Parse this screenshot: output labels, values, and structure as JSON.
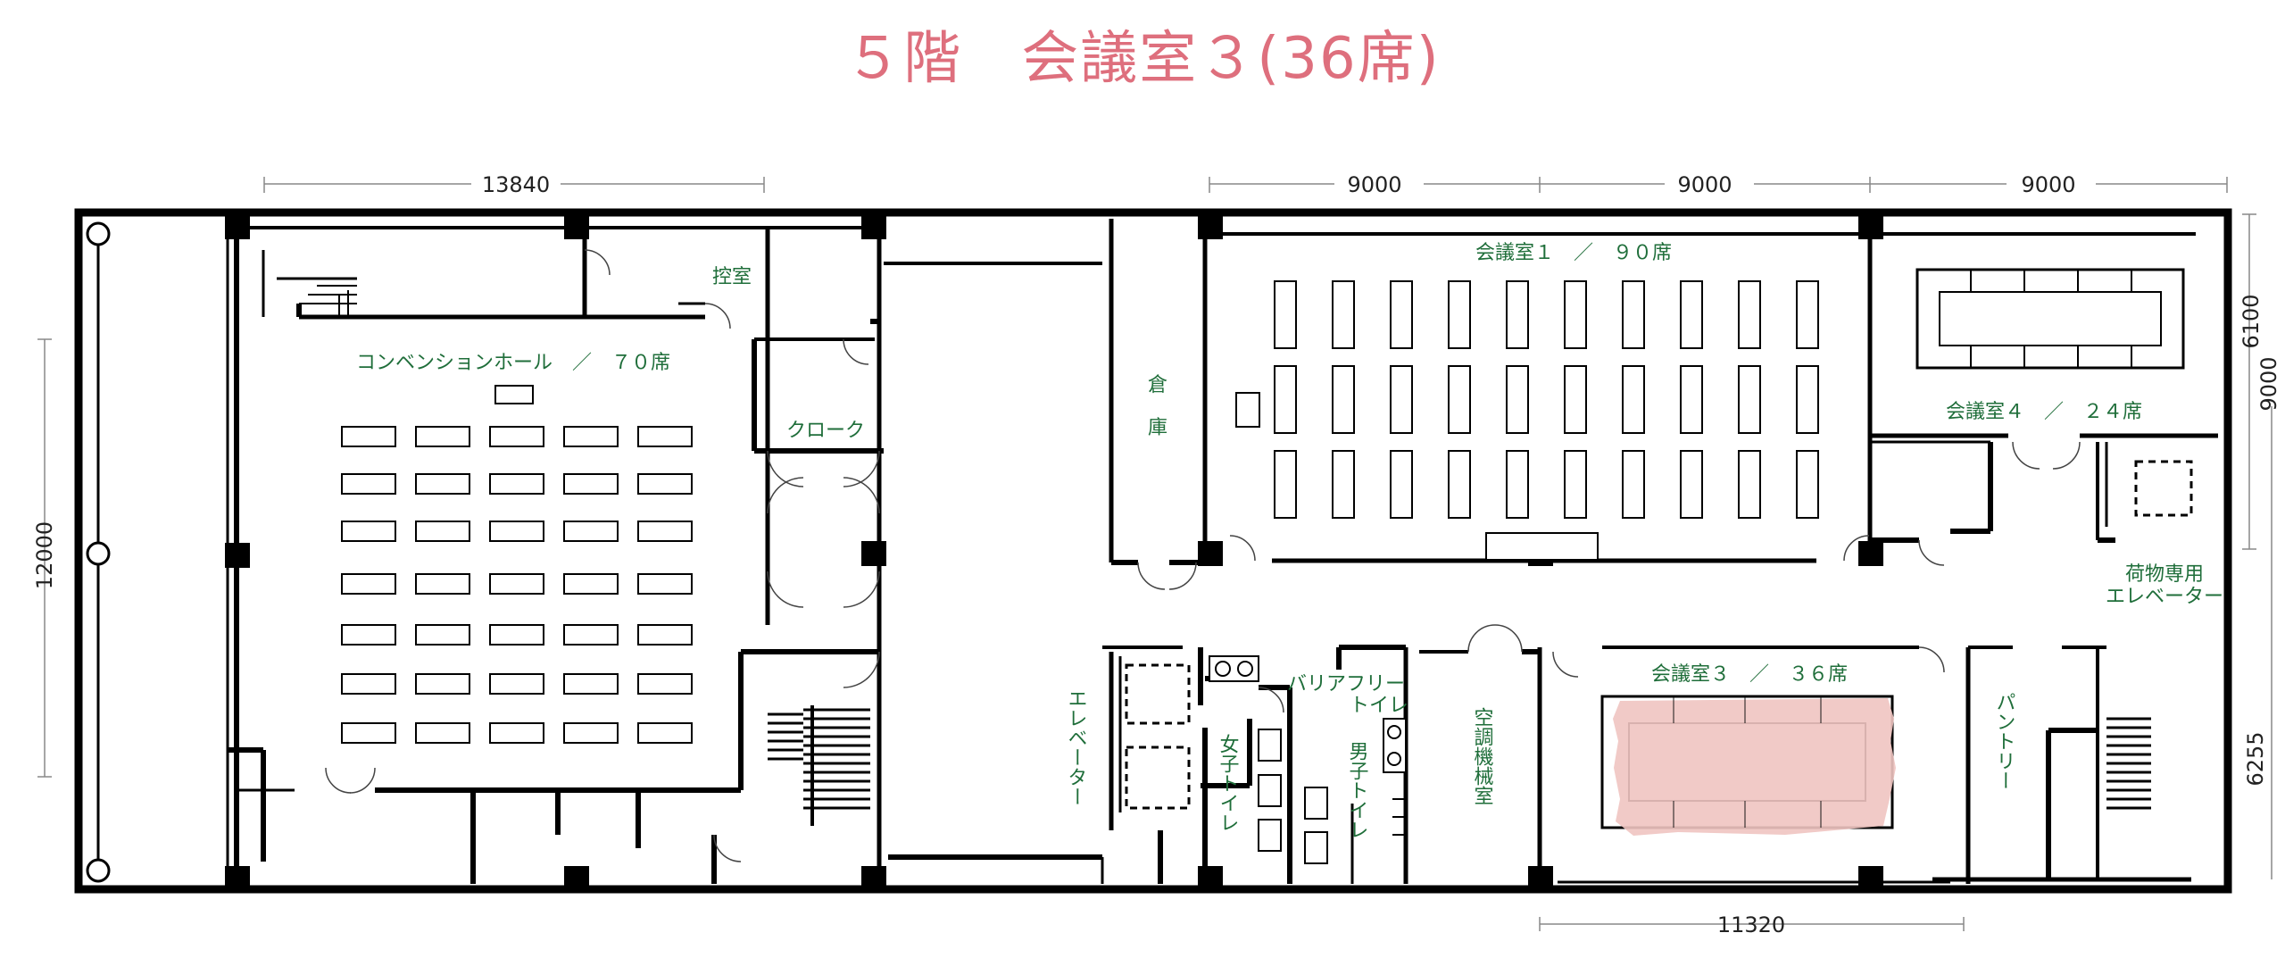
{
  "title": "５階　会議室３(36席)",
  "colors": {
    "title": "#de6f7d",
    "room_label": "#1f6e3a",
    "wall": "#000000",
    "highlight": "#efc4c1"
  },
  "rooms": {
    "convention": "コンベンションホール　／　７０席",
    "hikae": "控室",
    "cloak": "クローク",
    "souko1": "倉",
    "souko2": "庫",
    "kaigi1": "会議室１　／　９０席",
    "kaigi4": "会議室４　／　２４席",
    "nimotsu1": "荷物専用",
    "nimotsu2": "エレベーター",
    "elevator": "エレベーター",
    "joshi": "女子トイレ",
    "barrier1": "バリアフリー",
    "barrier2": "トイレ",
    "danshi": "男子トイレ",
    "kucho": "空調機械室",
    "kaigi3": "会議室３　／　３６席",
    "pantry": "パントリー"
  },
  "dimensions": {
    "d13840": "13840",
    "d9000a": "9000",
    "d9000b": "9000",
    "d9000c": "9000",
    "d12000": "12000",
    "d6100": "6100",
    "d9000v": "9000",
    "d6255": "6255",
    "d11320": "11320"
  },
  "highlight_room": "会議室３"
}
